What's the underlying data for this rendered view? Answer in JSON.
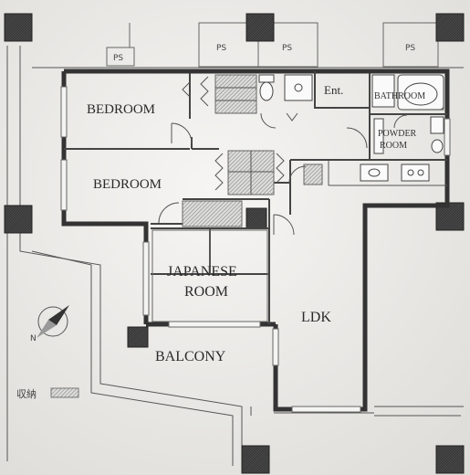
{
  "rooms": {
    "bedroom_1": "BEDROOM",
    "bedroom_2": "BEDROOM",
    "japanese_line1": "JAPANESE",
    "japanese_line2": "ROOM",
    "ldk": "LDK",
    "balcony": "BALCONY",
    "entrance": "Ent.",
    "bathroom": "BATHROOM",
    "powder_line1": "POWDER",
    "powder_line2": "ROOM"
  },
  "ps_labels": [
    "PS",
    "PS",
    "PS",
    "PS"
  ],
  "legend": {
    "storage_label": "収納"
  },
  "compass": {
    "north_label": "N"
  }
}
